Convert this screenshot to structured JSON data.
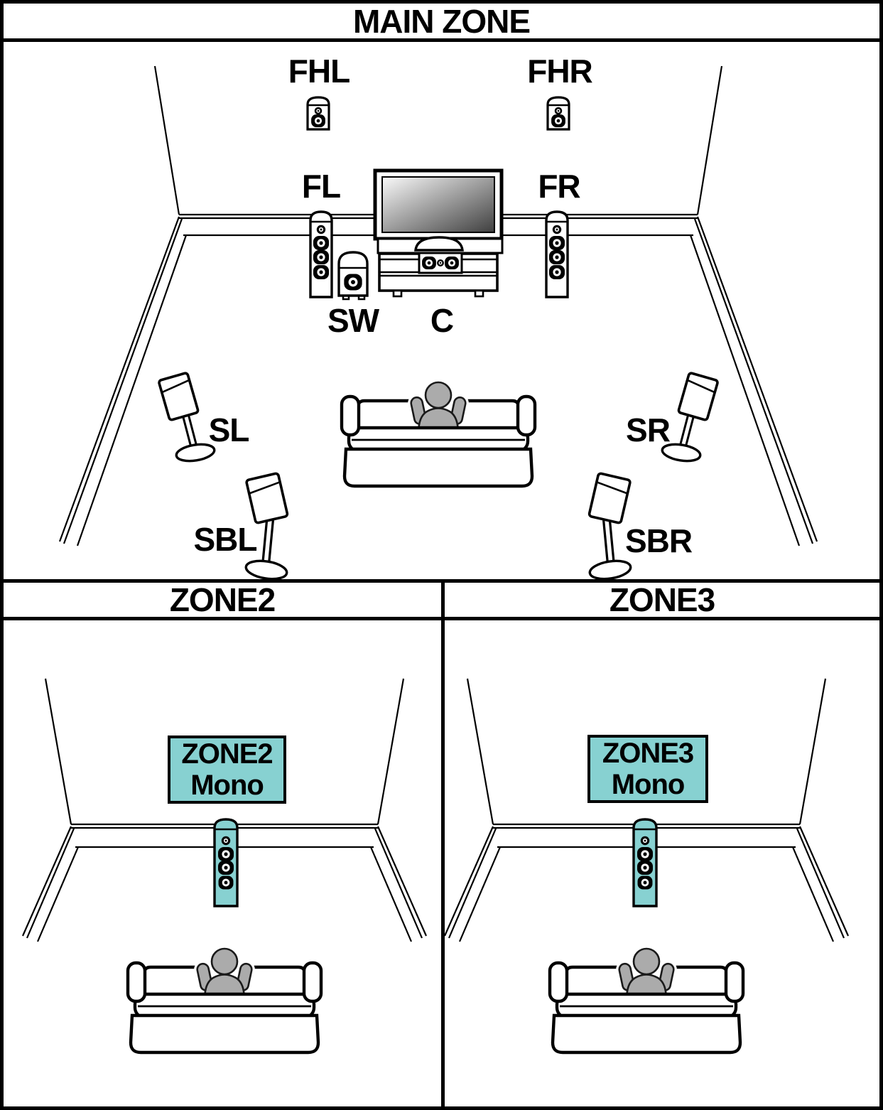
{
  "colors": {
    "line": "#000000",
    "teal": "#87D1D1",
    "person": "#ABABAB",
    "screen_light": "#FAFAFA",
    "screen_dark": "#3F3F3F"
  },
  "headers": {
    "main": "MAIN ZONE",
    "zone2": "ZONE2",
    "zone3": "ZONE3"
  },
  "main_zone": {
    "labels": {
      "fhl": "FHL",
      "fhr": "FHR",
      "fl": "FL",
      "fr": "FR",
      "sw": "SW",
      "c": "C",
      "sl": "SL",
      "sr": "SR",
      "sbl": "SBL",
      "sbr": "SBR"
    }
  },
  "zone2": {
    "box": {
      "line1": "ZONE2",
      "line2": "Mono"
    }
  },
  "zone3": {
    "box": {
      "line1": "ZONE3",
      "line2": "Mono"
    }
  }
}
